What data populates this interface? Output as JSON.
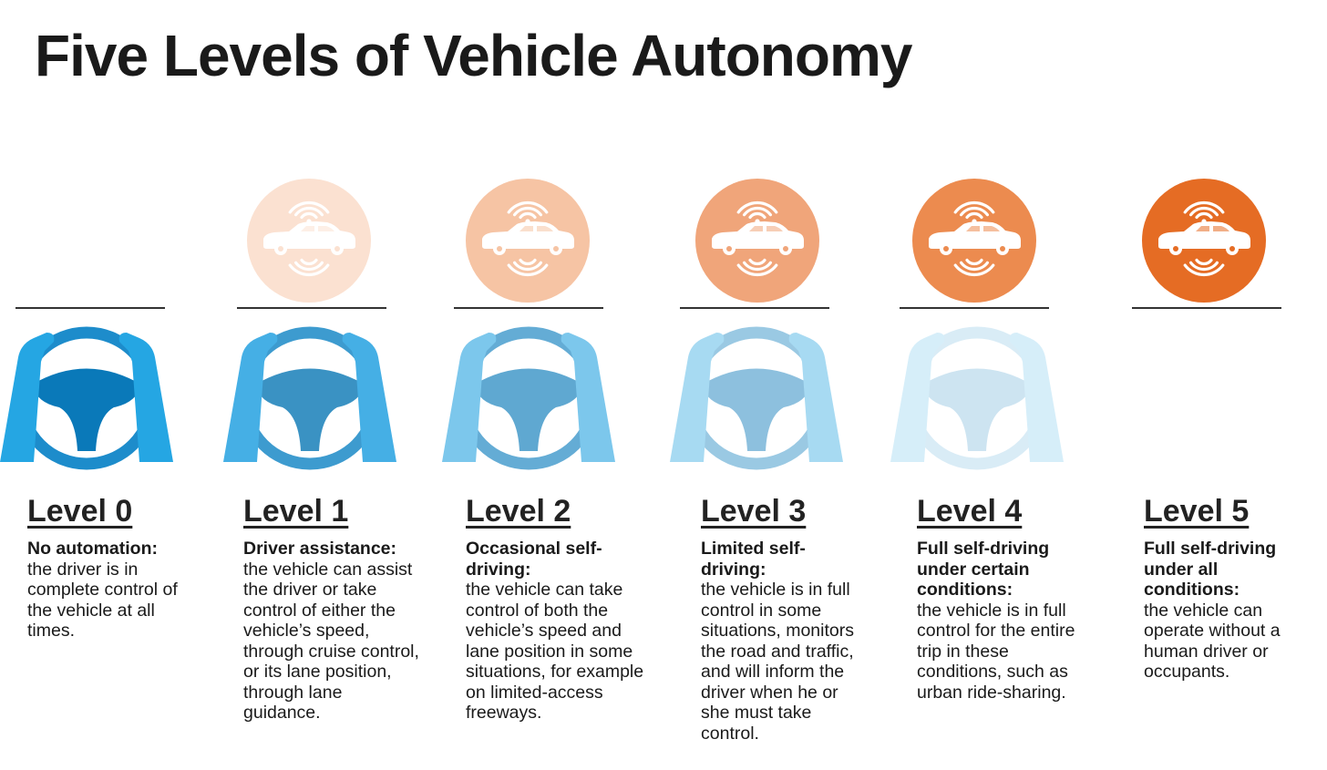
{
  "title": "Five Levels of Vehicle Autonomy",
  "colors": {
    "badge_fills": [
      "",
      "#fbe1d1",
      "#f6c4a4",
      "#f0a57a",
      "#ec8b4f",
      "#e56c24"
    ],
    "wheel_fills": [
      "#0a79b9",
      "#3a92c3",
      "#5fa8d1",
      "#8dc0de",
      "#cde4f1",
      ""
    ],
    "ring_fills": [
      "#1d8ccb",
      "#3d9bcf",
      "#64acd5",
      "#9ac9e3",
      "#d9ecf6",
      ""
    ],
    "arm_fills": [
      "#25a6e3",
      "#45afe5",
      "#7cc7ec",
      "#a7daf2",
      "#d6eef9",
      ""
    ]
  },
  "levels": [
    {
      "label": "Level 0",
      "lead": "No automation:",
      "text": "the driver is in complete control of the vehicle at all times.",
      "icons": [
        "steering-wheel-icon",
        "hands-icon"
      ]
    },
    {
      "label": "Level 1",
      "lead": "Driver assistance:",
      "text": "the vehicle can assist the driver or take control of either the vehicle’s speed, through cruise control, or its lane position, through lane guidance.",
      "icons": [
        "connected-car-icon",
        "steering-wheel-icon",
        "hands-icon"
      ]
    },
    {
      "label": "Level 2",
      "lead": "Occasional self-driving:",
      "text": "the vehicle can take control of both the vehicle’s speed and lane position in some situations, for example on limited-access freeways.",
      "icons": [
        "connected-car-icon",
        "steering-wheel-icon",
        "hands-icon"
      ]
    },
    {
      "label": "Level 3",
      "lead": "Limited self-driving:",
      "text": "the vehicle is in full control in some situations, monitors the road and traffic, and will inform the driver when he or she must take control.",
      "icons": [
        "connected-car-icon",
        "steering-wheel-icon",
        "hands-icon"
      ]
    },
    {
      "label": "Level 4",
      "lead": "Full self-driving under certain conditions:",
      "text": "the vehicle is in full control for the entire trip in these conditions, such as urban ride-sharing.",
      "icons": [
        "connected-car-icon",
        "steering-wheel-icon",
        "hands-icon"
      ]
    },
    {
      "label": "Level 5",
      "lead": "Full self-driving under all conditions:",
      "text": "the vehicle can operate without a human driver or occupants.",
      "icons": [
        "connected-car-icon"
      ]
    }
  ]
}
